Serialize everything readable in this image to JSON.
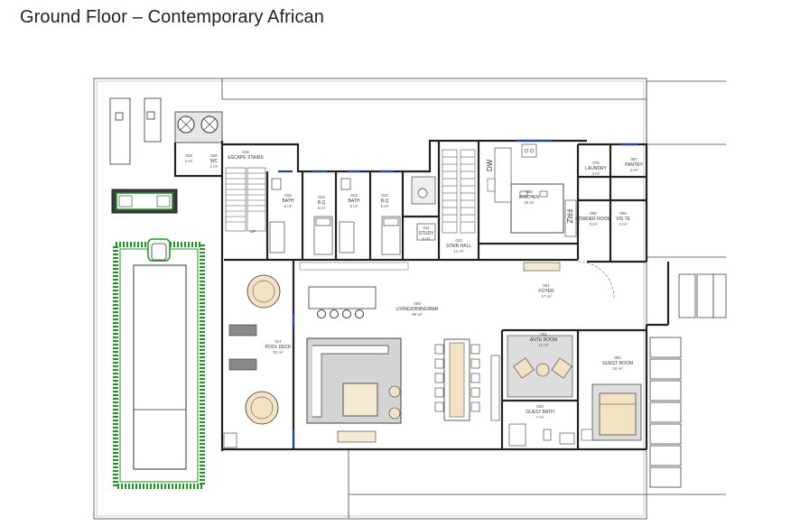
{
  "title": "Ground Floor – Contemporary African",
  "rooms": [
    {
      "id": "019",
      "name": "",
      "area": "2 m²"
    },
    {
      "id": "020",
      "name": "WC",
      "area": "1 m²"
    },
    {
      "id": "018",
      "name": "ESCAPE STAIRS",
      "area": ""
    },
    {
      "id": "015",
      "name": "BATH",
      "area": "6 m²"
    },
    {
      "id": "014",
      "name": "B.Q",
      "area": "6 m²"
    },
    {
      "id": "013",
      "name": "BATH",
      "area": "6 m²"
    },
    {
      "id": "012",
      "name": "B.Q",
      "area": "6 m²"
    },
    {
      "id": "011",
      "name": "STUDY",
      "area": "6 m²"
    },
    {
      "id": "010",
      "name": "STAIR HALL",
      "area": "11 m²"
    },
    {
      "id": "009",
      "name": "LIVING/DINING/BAR",
      "area": "89 m²"
    },
    {
      "id": "008",
      "name": "KITCHEN",
      "area": "25 m²"
    },
    {
      "id": "0?5",
      "name": "LAUNDRY",
      "area": "3 m²"
    },
    {
      "id": "007",
      "name": "PANTRY",
      "area": "4 m²"
    },
    {
      "id": "005",
      "name": "POWDER ROOM",
      "area": "3 m²"
    },
    {
      "id": "006",
      "name": "VIS TE",
      "area": "4 m²"
    },
    {
      "id": "001",
      "name": "FOYER",
      "area": "17 m²"
    },
    {
      "id": "017",
      "name": "POOL DECK",
      "area": "32 m²"
    },
    {
      "id": "004",
      "name": "ANTE ROOM",
      "area": "11 m²"
    },
    {
      "id": "002",
      "name": "GUEST ROOM",
      "area": "16 m²"
    },
    {
      "id": "003",
      "name": "GUEST BATH",
      "area": "7 m²"
    }
  ],
  "markers": {
    "dw": "DW",
    "frz": "FRZ",
    "up": "UP"
  },
  "colors": {
    "wall": "#222222",
    "glazing": "#1f3fbf",
    "pool_edge": "#1a9a1a",
    "floor_tint": "#d4d4d4",
    "line": "#555555"
  }
}
